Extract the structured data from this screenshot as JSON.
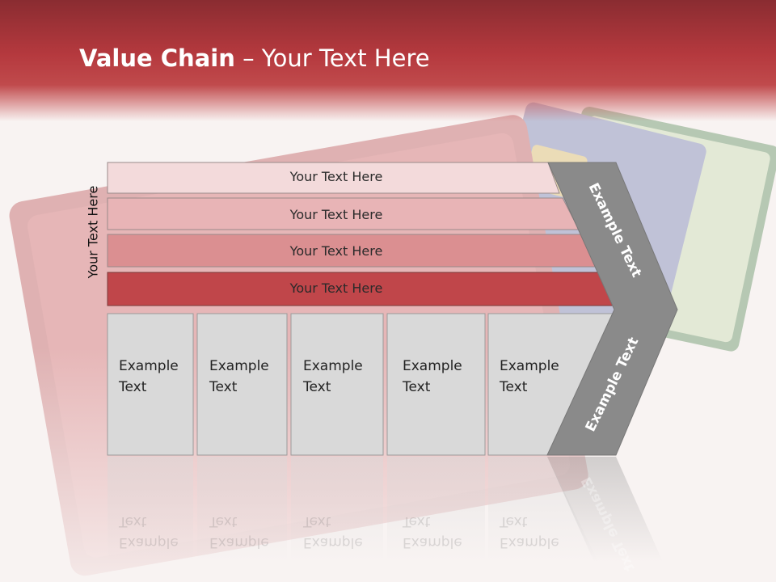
{
  "title": {
    "bold": "Value Chain",
    "rest": " – Your Text Here"
  },
  "side_label": "Your Text Here",
  "rows": [
    {
      "label": "Your Text Here",
      "color": "#f3dadb"
    },
    {
      "label": "Your Text Here",
      "color": "#e8b4b6"
    },
    {
      "label": "Your Text Here",
      "color": "#db8f91"
    },
    {
      "label": "Your Text Here",
      "color": "#c0464a"
    }
  ],
  "columns": [
    {
      "line1": "Example",
      "line2": "Text"
    },
    {
      "line1": "Example",
      "line2": "Text"
    },
    {
      "line1": "Example",
      "line2": "Text"
    },
    {
      "line1": "Example",
      "line2": "Text"
    },
    {
      "line1": "Example",
      "line2": "Text"
    }
  ],
  "chevron": {
    "upper": "Example Text",
    "lower": "Example Text",
    "color": "#8a8a8a"
  },
  "colors": {
    "header": "#b5393e",
    "box": "#d9d9d9"
  }
}
